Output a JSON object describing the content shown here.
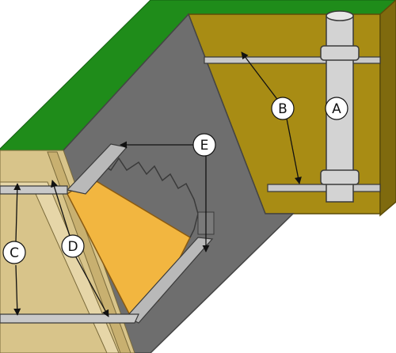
{
  "labels": {
    "a": "A",
    "b": "B",
    "c": "C",
    "d": "D",
    "e": "E"
  },
  "colors": {
    "grass": "#1f8c1a",
    "wall_gray": "#6e6e6e",
    "rock_olive": "#a88c14",
    "rock_olive_side": "#7f6a0e",
    "sand": "#d8c48a",
    "sand_light": "#e6d6a8",
    "orange_core": "#f2b640",
    "pipe": "#d3d3d3",
    "outline": "#3a3a3a",
    "arrow": "#111111"
  }
}
